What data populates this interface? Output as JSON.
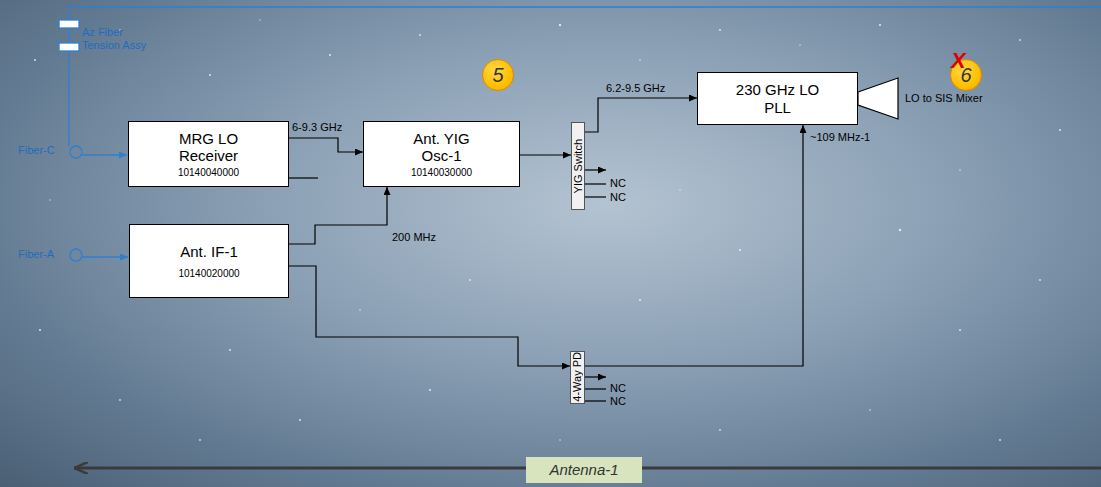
{
  "diagram": {
    "nodes": [
      {
        "text": [
          "5"
        ]
      },
      {
        "text": [
          "6"
        ]
      },
      {
        "text": [
          "230 GHz LO PLL"
        ]
      },
      {
        "text": [
          "MRG LO Receiver",
          "10140040000"
        ]
      },
      {
        "text": [
          "Ant. YIG Osc-1",
          "10140030000"
        ]
      },
      {
        "text": [
          "YIG Switch"
        ]
      },
      {
        "text": [
          "Ant. IF-1",
          "10140020000"
        ]
      },
      {
        "text": [
          "4-Way PD"
        ]
      },
      {
        "text": [
          "Antenna-1"
        ]
      }
    ],
    "edges": [
      {
        "from": 3,
        "to": 4,
        "arrow": "to",
        "label": "6-9.3 GHz"
      },
      {
        "from": 6,
        "to": 4,
        "arrow": "to",
        "label": "200 MHz"
      },
      {
        "from": 4,
        "to": 5,
        "arrow": "to"
      },
      {
        "from": 5,
        "to": 2,
        "arrow": "to",
        "label": "6.2-9.5 GHz"
      },
      {
        "from": 6,
        "to": 7,
        "arrow": "to"
      },
      {
        "from": 7,
        "to": 2,
        "arrow": "to",
        "label": "~109 MHz-1"
      }
    ],
    "labels": [
      "Az Fiber Tension Assy",
      "X",
      "LO to SIS Mixer",
      "Fiber-C",
      "NC",
      "NC",
      "Fiber-A",
      "NC",
      "NC"
    ]
  }
}
